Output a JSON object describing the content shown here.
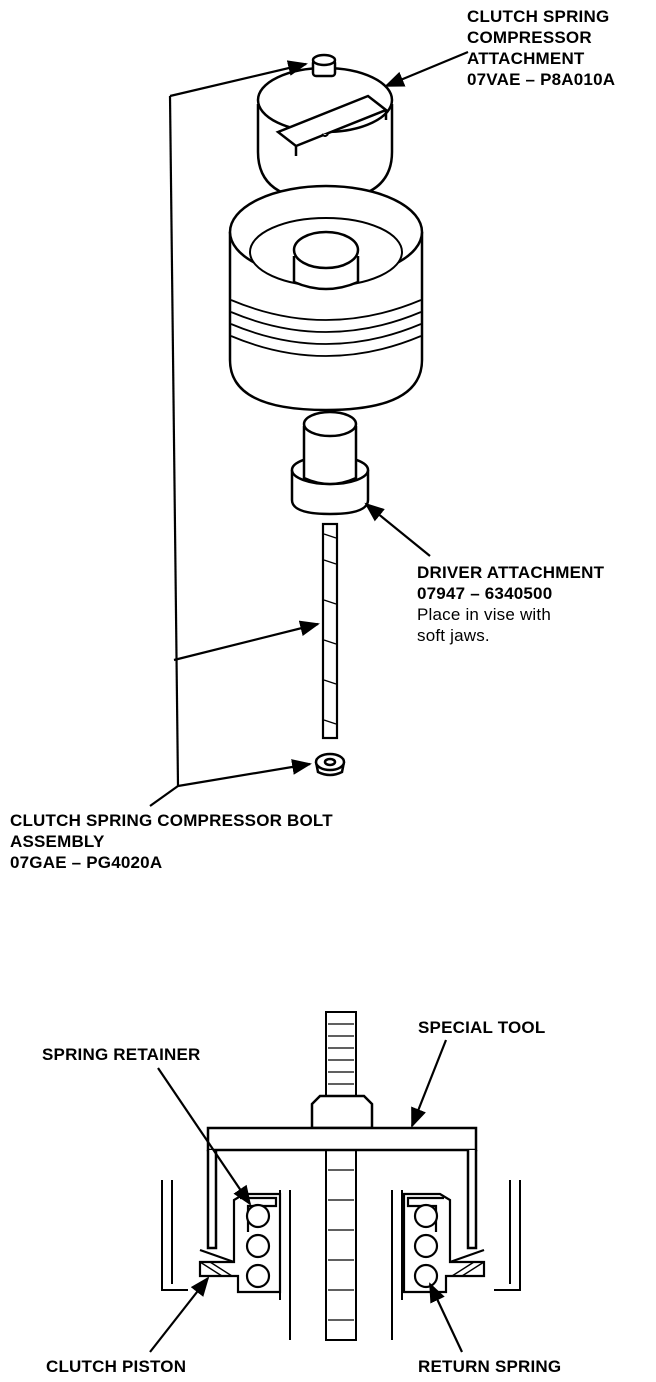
{
  "labels": {
    "clutch_spring_compressor_attachment": [
      "CLUTCH SPRING",
      "COMPRESSOR",
      "ATTACHMENT",
      "07VAE – P8A010A"
    ],
    "driver_attachment": [
      "DRIVER ATTACHMENT",
      "07947 – 6340500"
    ],
    "driver_note": [
      "Place in vise with",
      "soft jaws."
    ],
    "bolt_assembly": [
      "CLUTCH SPRING COMPRESSOR BOLT",
      "ASSEMBLY",
      "07GAE – PG4020A"
    ],
    "special_tool": "SPECIAL TOOL",
    "spring_retainer": "SPRING RETAINER",
    "clutch_piston": "CLUTCH PISTON",
    "return_spring": "RETURN SPRING"
  }
}
